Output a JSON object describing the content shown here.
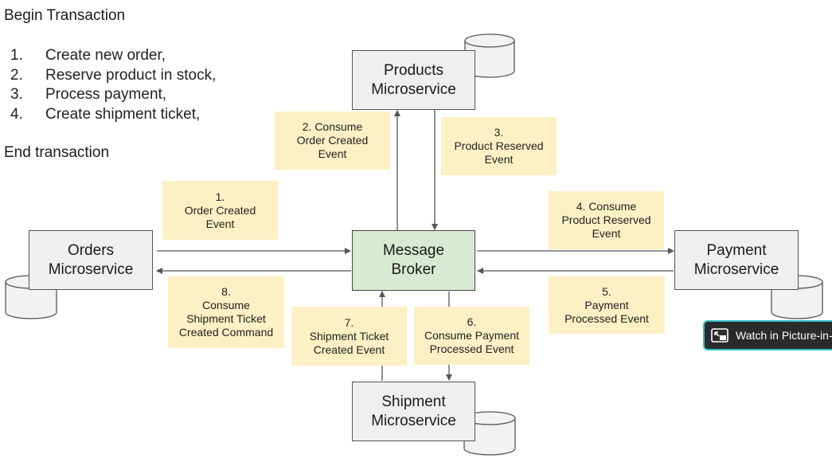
{
  "header": {
    "begin": "Begin Transaction",
    "end": "End transaction"
  },
  "steps": [
    {
      "num": "1.",
      "text": "Create new order,"
    },
    {
      "num": "2.",
      "text": "Reserve product in stock,"
    },
    {
      "num": "3.",
      "text": "Process payment,"
    },
    {
      "num": "4.",
      "text": "Create shipment ticket,"
    }
  ],
  "services": {
    "products": {
      "line1": "Products",
      "line2": "Microservice"
    },
    "orders": {
      "line1": "Orders",
      "line2": "Microservice"
    },
    "broker": {
      "line1": "Message",
      "line2": "Broker"
    },
    "payment": {
      "line1": "Payment",
      "line2": "Microservice"
    },
    "shipment": {
      "line1": "Shipment",
      "line2": "Microservice"
    }
  },
  "events": {
    "e1": {
      "l1": "1.",
      "l2": "Order Created",
      "l3": "Event"
    },
    "e2": {
      "l1": "2. Consume",
      "l2": "Order Created",
      "l3": "Event"
    },
    "e3": {
      "l1": "3.",
      "l2": "Product Reserved",
      "l3": "Event"
    },
    "e4": {
      "l1": "4. Consume",
      "l2": "Product Reserved",
      "l3": "Event"
    },
    "e5": {
      "l1": "5.",
      "l2": "Payment",
      "l3": "Processed Event"
    },
    "e6": {
      "l1": "6.",
      "l2": "Consume Payment",
      "l3": "Processed Event"
    },
    "e7": {
      "l1": "7.",
      "l2": "Shipment Ticket",
      "l3": "Created Event"
    },
    "e8": {
      "l1": "8.",
      "l2": "Consume",
      "l3": "Shipment Ticket",
      "l4": "Created Command"
    }
  },
  "overlay": {
    "pip_label": "Watch in Picture-in-"
  },
  "colors": {
    "service_fill": "#efefef",
    "broker_fill": "#d9ead3",
    "note_fill": "#fdf0c4",
    "pip_border": "#35c0c9"
  }
}
